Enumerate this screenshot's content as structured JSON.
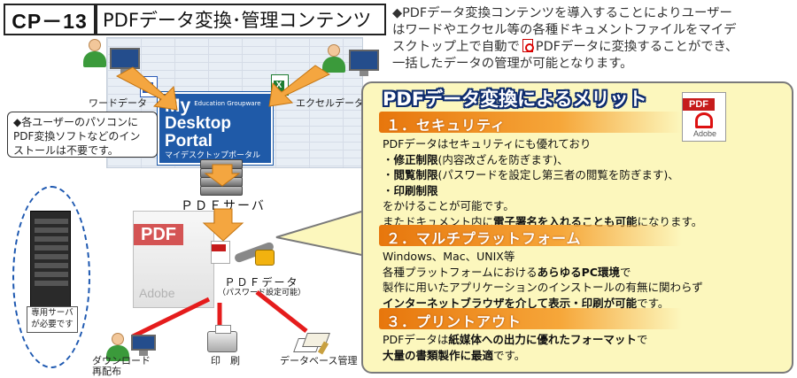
{
  "header": {
    "code": "CP－13",
    "title": "PDFデータ変換･管理コンテンツ"
  },
  "intro": {
    "line1": "◆PDFデータ変換コンテンツを導入することによりユーザー",
    "line2": "はワードやエクセル等の各種ドキュメントファイルをマイデ",
    "line3a": "スクトップ上で自動で",
    "line3b": "PDFデータに変換することができ、",
    "line4": "一括したデータの管理が可能となります。"
  },
  "diagram": {
    "word_label": "ワードデータ",
    "excel_label": "エクセルデータ",
    "portal": {
      "line1": "My",
      "line1_sub": "Education Groupware",
      "line2": "Desktop",
      "line3": "Portal",
      "line4": "マイデスクトップポータル"
    },
    "note1": {
      "line1": "◆各ユーザーのパソコンに",
      "line2": "PDF変換ソフトなどのイン",
      "line3": "ストールは不要です。"
    },
    "pdf_server_label": "ＰＤＦサーバ",
    "pdf_doc_band": "PDF",
    "pdf_doc_adobe": "Adobe",
    "pdf_data_label": "ＰＤＦデータ",
    "pdf_data_sub": "（パスワード設定可能）",
    "server_note_line1": "専用サーバ",
    "server_note_line2": "が必要です",
    "download_label_1": "ダウンロード",
    "download_label_2": "再配布",
    "print_label": "印　刷",
    "db_label": "データベース管理"
  },
  "merit": {
    "title": "PDFデータ変換によるメリット",
    "icon": {
      "band": "PDF",
      "text": "Adobe"
    },
    "sections": [
      {
        "title": "１．セキュリティ",
        "lines": {
          "l1": "PDFデータはセキュリティにも優れており",
          "l2a": "・",
          "l2b": "修正制限",
          "l2c": "(内容改ざんを防ぎます)、",
          "l3a": "・",
          "l3b": "閲覧制限",
          "l3c": "(パスワードを設定し第三者の閲覧を防ぎます)、",
          "l4a": "・",
          "l4b": "印刷制限",
          "l5": "をかけることが可能です。",
          "l6a": "またドキュメント内に",
          "l6b": "電子署名を入れることも可能",
          "l6c": "になります。"
        }
      },
      {
        "title": "２．マルチプラットフォーム",
        "lines": {
          "l1": "Windows、Mac、UNIX等",
          "l2a": "各種プラットフォームにおける",
          "l2b": "あらゆるPC環境",
          "l2c": "で",
          "l3": "製作に用いたアプリケーションのインストールの有無に関わらず",
          "l4a": "インターネットブラウザを介して表示・印刷が可能",
          "l4b": "です。"
        }
      },
      {
        "title": "３．プリントアウト",
        "lines": {
          "l1a": "PDFデータは",
          "l1b": "紙媒体への出力に優れたフォーマット",
          "l1c": "で",
          "l2a": "大量の書類製作に最適",
          "l2b": "です。"
        }
      }
    ]
  },
  "colors": {
    "accent_orange": "#f6a73a",
    "merit_bg": "#fcf7bd",
    "line_red": "#e51c1c",
    "portal_blue": "#1f5aa8",
    "dash_blue": "#1c57b0"
  }
}
